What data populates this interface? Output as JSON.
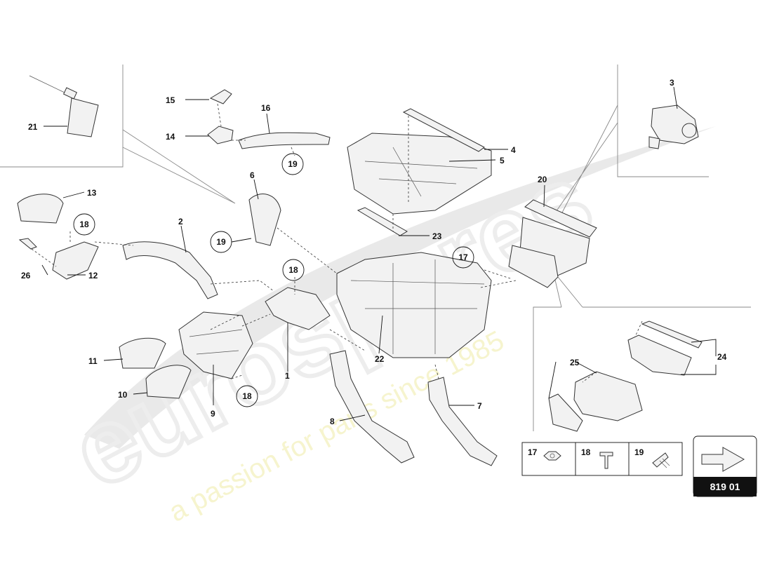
{
  "diagram": {
    "part_labels": [
      "1",
      "2",
      "3",
      "4",
      "5",
      "6",
      "7",
      "8",
      "9",
      "10",
      "11",
      "12",
      "13",
      "14",
      "15",
      "16",
      "17",
      "18",
      "19",
      "20",
      "21",
      "22",
      "23",
      "24",
      "25",
      "26"
    ],
    "circled_labels": [
      "19",
      "18",
      "19",
      "18",
      "18",
      "17"
    ],
    "legend": {
      "items": [
        "17",
        "18",
        "19"
      ]
    },
    "reference_code": "819 01",
    "watermark": {
      "brand": "eurospares",
      "slogan": "a passion for parts since 1985"
    }
  }
}
